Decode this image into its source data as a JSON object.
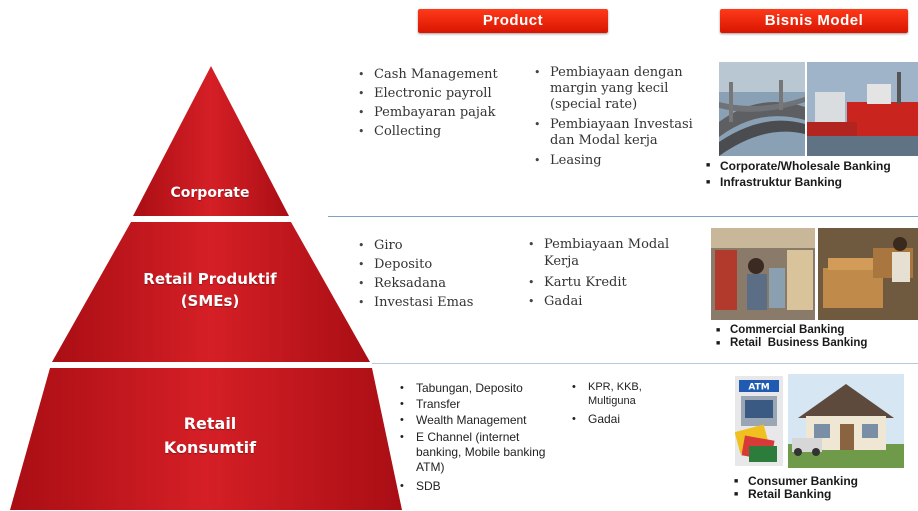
{
  "headers": {
    "product": "Product",
    "bisnis_model": "Bisnis Model"
  },
  "tiers": {
    "corporate": "Corporate",
    "retail_produktif_line1": "Retail Produktif",
    "retail_produktif_line2": "(SMEs)",
    "retail_konsumtif_line1": "Retail",
    "retail_konsumtif_line2": "Konsumtif"
  },
  "corporate": {
    "products_left": [
      "Cash Management",
      "Electronic payroll",
      "Pembayaran pajak",
      "Collecting"
    ],
    "products_right": [
      "Pembiayaan dengan margin yang kecil (special rate)",
      "Pembiayaan Investasi dan Modal kerja",
      "Leasing"
    ],
    "business_models": [
      "Corporate/Wholesale Banking",
      "Infrastruktur Banking"
    ]
  },
  "smes": {
    "products_left": [
      "Giro",
      "Deposito",
      "Reksadana",
      "Investasi Emas"
    ],
    "products_right": [
      "Pembiayaan Modal Kerja",
      "Kartu Kredit",
      "Gadai"
    ],
    "business_models": [
      "Commercial Banking",
      "Retail  Business Banking"
    ]
  },
  "konsumtif": {
    "products_left": [
      "Tabungan, Deposito",
      "Transfer",
      "Wealth Management",
      "E Channel (internet banking, Mobile banking ATM)",
      "SDB"
    ],
    "products_right": [
      "KPR, KKB, Multiguna",
      "Gadai"
    ],
    "business_models": [
      "Consumer Banking",
      "Retail Banking"
    ],
    "atm_label": "ATM"
  },
  "colors": {
    "red": "#c8161d",
    "header_red": "#e8270c",
    "divider": "#7ea0c8"
  }
}
